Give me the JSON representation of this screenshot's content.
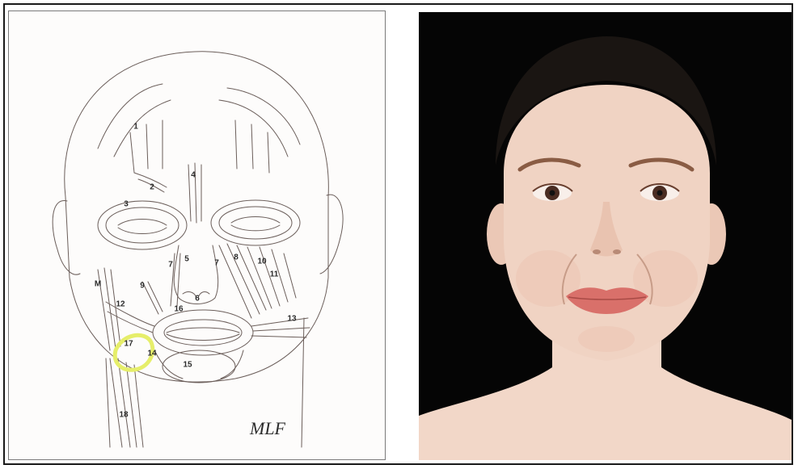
{
  "illustration": {
    "labels": {
      "l1": "1",
      "l2": "2",
      "l3": "3",
      "l4": "4",
      "l5": "5",
      "l6": "6",
      "l7a": "7",
      "l7b": "7",
      "l8": "8",
      "l9": "9",
      "l10": "10",
      "l11": "11",
      "l12": "12",
      "l13": "13",
      "l14": "14",
      "l15": "15",
      "l16": "16",
      "l17": "17",
      "l18": "18",
      "lM": "M"
    },
    "signature": "MLF",
    "highlight_color": "#e6ee6a",
    "line_color": "#6b5e5a"
  },
  "photo": {
    "background_color": "#050505",
    "skin_color": "#f0d3c3",
    "hair_color": "#1a1512",
    "lip_color": "#d9706a"
  }
}
